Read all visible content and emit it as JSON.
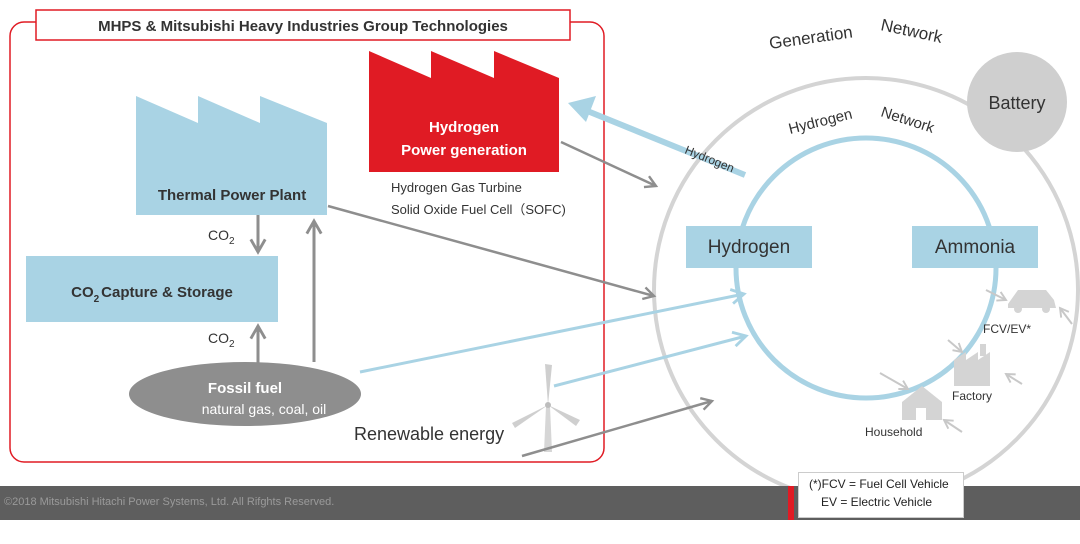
{
  "header": {
    "title": "MHPS & Mitsubishi Heavy Industries Group Technologies"
  },
  "nodes": {
    "thermal": "Thermal Power Plant",
    "hydrogen_power_line1": "Hydrogen",
    "hydrogen_power_line2": "Power generation",
    "hydrogen_gas_turbine": "Hydrogen Gas Turbine",
    "sofc": "Solid Oxide Fuel Cell（SOFC)",
    "ccs_prefix": "CO",
    "ccs_sub": "2",
    "ccs_suffix": "Capture & Storage",
    "fossil": "Fossil fuel",
    "fossil_sub": "natural gas, coal, oil",
    "renewable": "Renewable energy"
  },
  "labels": {
    "co2_main": "CO",
    "co2_sub": "2",
    "hydrogen_arrow": "Hydrogen"
  },
  "network": {
    "generation_word1": "Generation",
    "generation_word2": "Network",
    "hydrogen_word1": "Hydrogen",
    "hydrogen_word2": "Network",
    "battery": "Battery",
    "hydrogen_box": "Hydrogen",
    "ammonia_box": "Ammonia",
    "fcv": "FCV/EV*",
    "factory": "Factory",
    "household": "Household"
  },
  "legend": {
    "line1": "(*)FCV = Fuel Cell Vehicle",
    "line2": "EV = Electric Vehicle"
  },
  "footer": {
    "copyright": "©2018 Mitsubishi Hitachi Power Systems, Ltd. All Rifghts Reserved."
  },
  "colors": {
    "red": "#e01b24",
    "light_blue": "#a9d3e4",
    "gray": "#8e8e8e",
    "ring_gray": "#d4d4d4"
  }
}
